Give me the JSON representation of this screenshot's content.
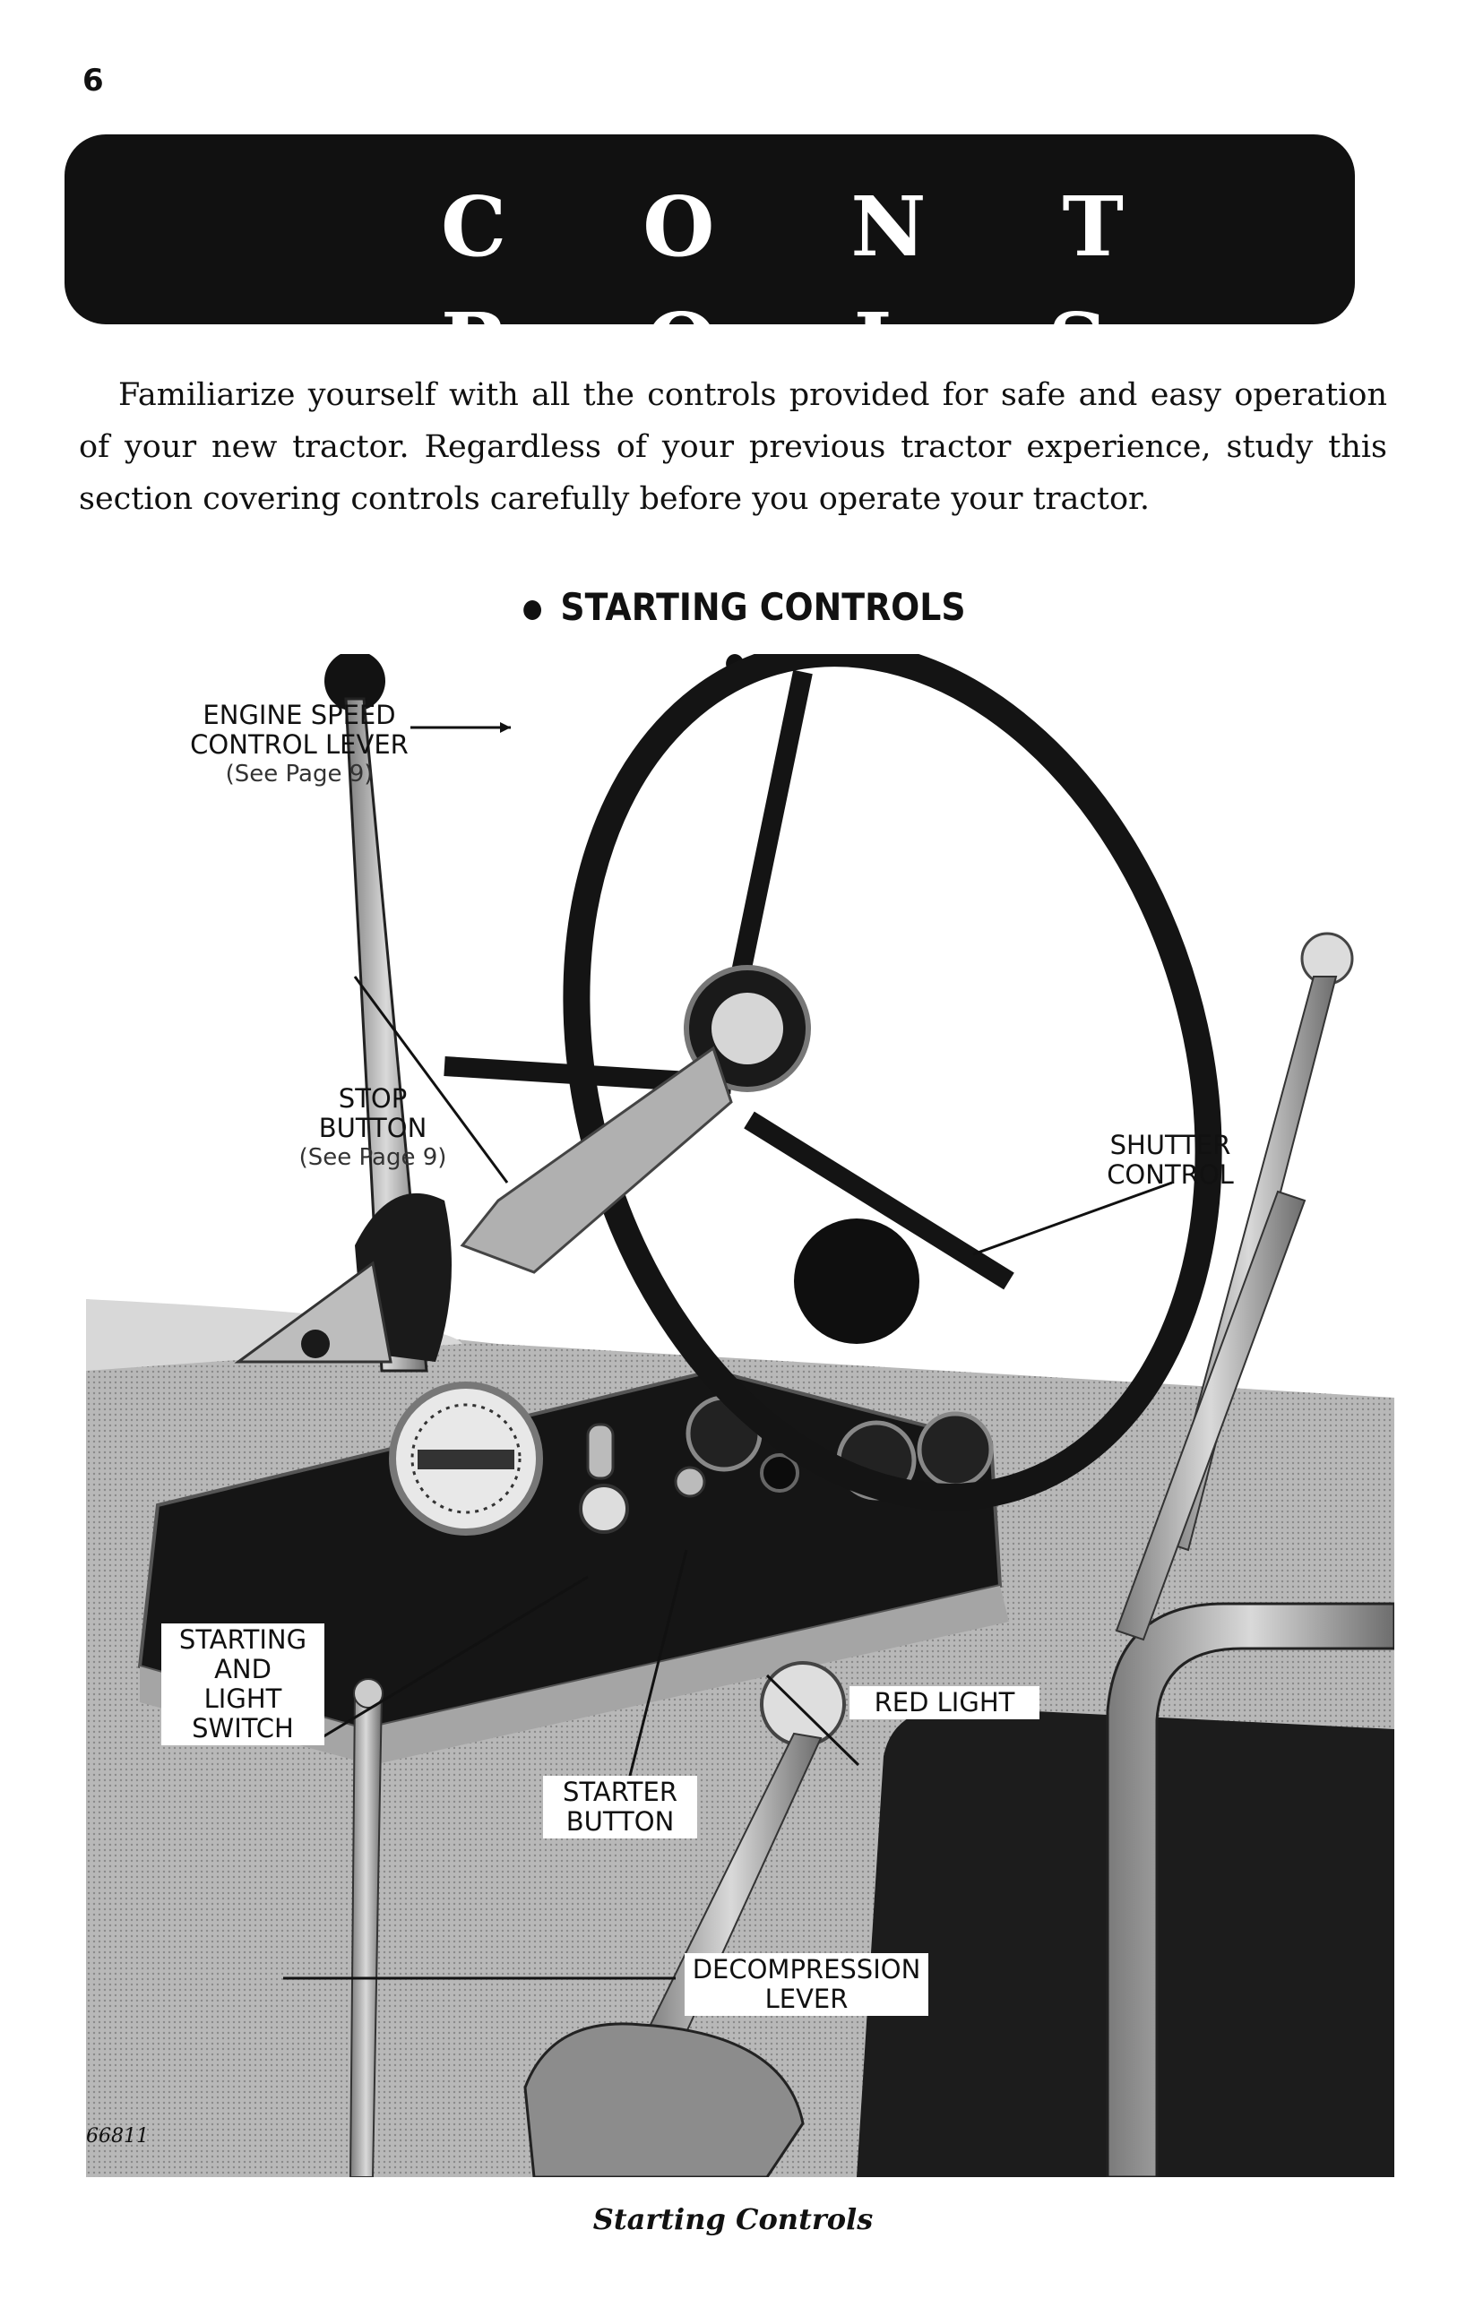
{
  "page": {
    "number": "6",
    "title": "C O N T R O L S",
    "intro": "Familiarize yourself with all the controls provided for safe and easy operation of your new tractor. Regardless of your previous tractor experience, study this section covering controls carefully before you operate your tractor.",
    "section_heading": "STARTING CONTROLS",
    "caption": "Starting Controls",
    "figure_number": "66811"
  },
  "callouts": {
    "engine_speed": {
      "line1": "ENGINE SPEED",
      "line2": "CONTROL LEVER",
      "ref": "(See Page 9)"
    },
    "stop_button": {
      "line1": "STOP",
      "line2": "BUTTON",
      "ref": "(See Page 9)"
    },
    "shutter_control": {
      "line1": "SHUTTER",
      "line2": "CONTROL"
    },
    "starting_light": {
      "line1": "STARTING",
      "line2": "AND",
      "line3": "LIGHT",
      "line4": "SWITCH"
    },
    "red_light": {
      "line1": "RED LIGHT"
    },
    "starter_button": {
      "line1": "STARTER",
      "line2": "BUTTON"
    },
    "decompression": {
      "line1": "DECOMPRESSION",
      "line2": "LEVER"
    }
  },
  "colors": {
    "ink": "#111111",
    "paper": "#ffffff",
    "metal": "#9a9a9a"
  }
}
